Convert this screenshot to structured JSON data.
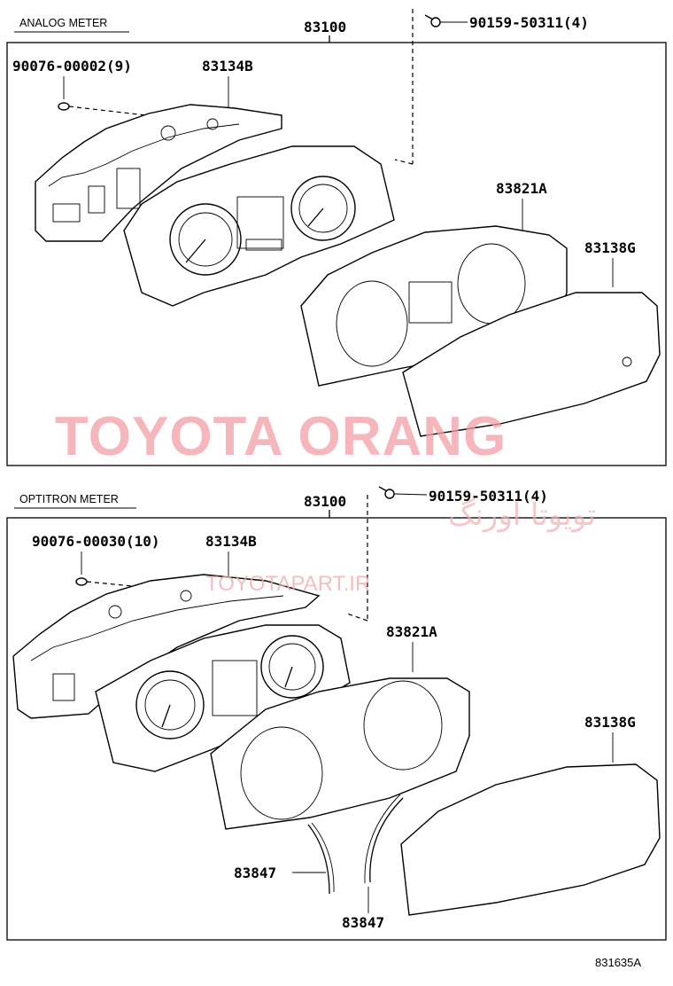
{
  "sections": [
    {
      "title": "ANALOG METER",
      "assembly": "83100",
      "parts": {
        "screw_top": "90159-50311(4)",
        "screw_left": "90076-00002(9)",
        "case": "83134B",
        "plate": "83821A",
        "glass": "83138G"
      }
    },
    {
      "title": "OPTITRON METER",
      "assembly": "83100",
      "parts": {
        "screw_top": "90159-50311(4)",
        "screw_left": "90076-00030(10)",
        "case": "83134B",
        "plate": "83821A",
        "glass": "83138G",
        "ring_a": "83847",
        "ring_b": "83847"
      }
    }
  ],
  "watermarks": {
    "brand": "TOYOTA ORANG",
    "arabic": "تویوتا اورنگ",
    "url": "TOYOTAPART.IR"
  },
  "figure_code": "831635A"
}
